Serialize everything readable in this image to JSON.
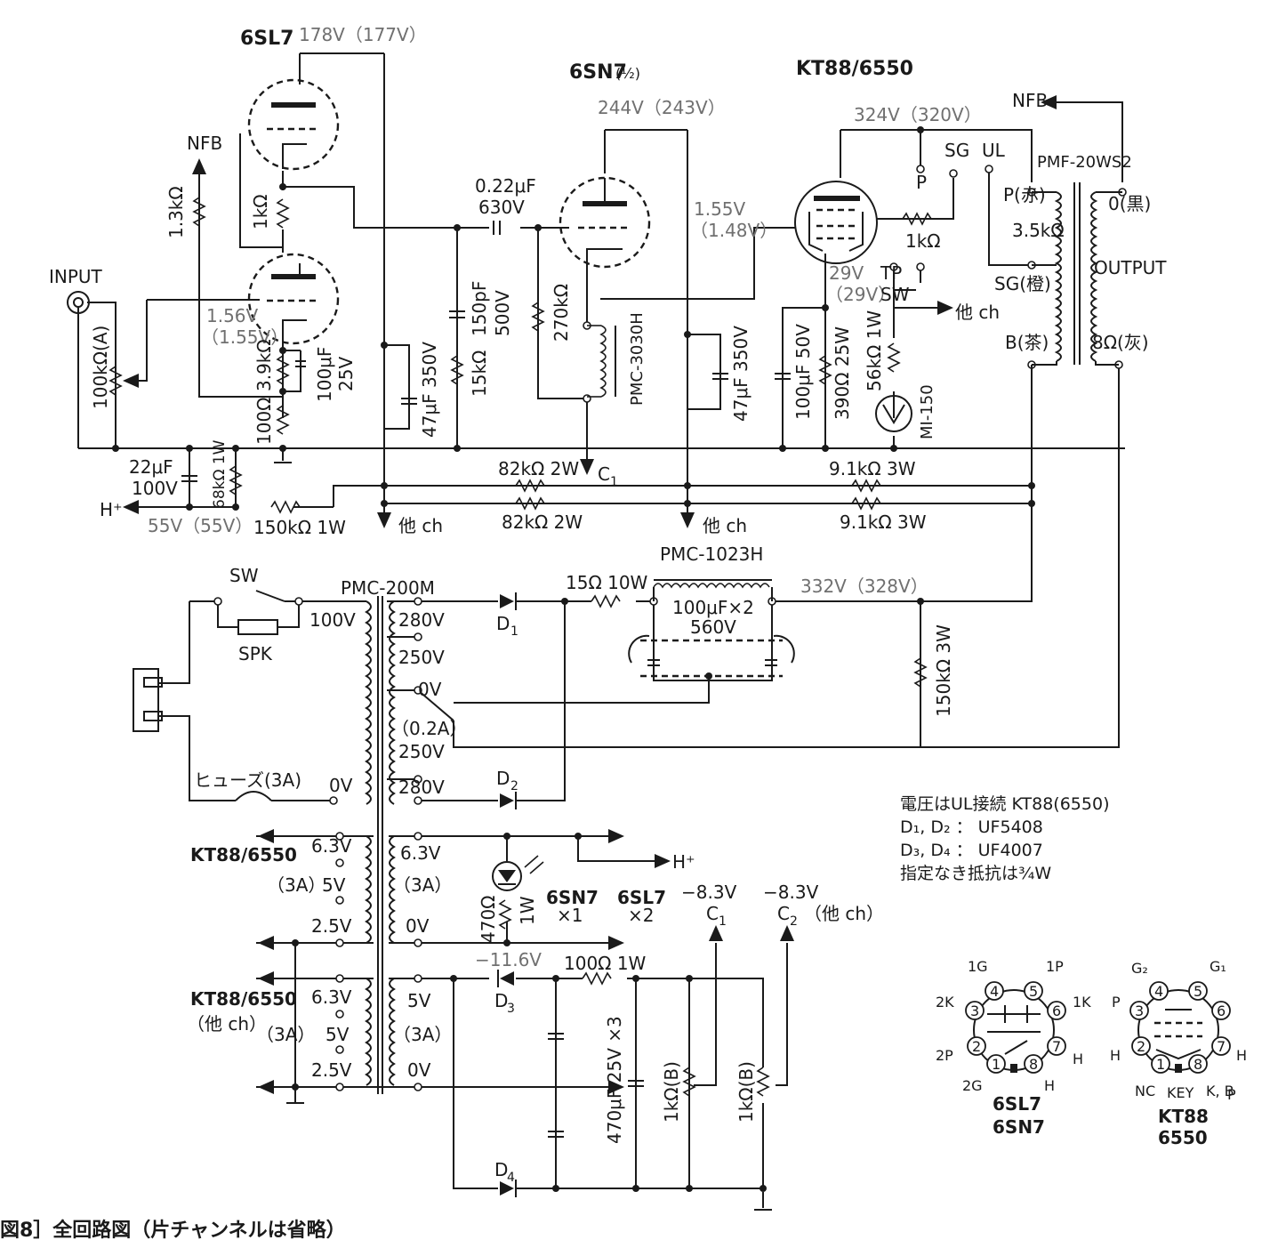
{
  "colors": {
    "ink": "#1a1a1a",
    "gray_text": "#707070",
    "background": "#ffffff"
  },
  "icons": [
    "vacuum-tube-icon",
    "resistor-icon",
    "capacitor-icon",
    "diode-icon",
    "led-icon",
    "transformer-icon",
    "ground-icon",
    "meter-icon",
    "switch-icon",
    "fuse-icon",
    "socket-pinout-icon"
  ],
  "title": "図8］全回路図（片チャンネルは省略）",
  "tubes": {
    "v1": "6SL7",
    "v1_voltage": "178V（177V）",
    "v2": "6SN7",
    "v2_suffix": "(½)",
    "v2_voltage": "244V（243V）",
    "v3": "KT88/6550",
    "v3_voltage": "324V（320V）"
  },
  "labels": {
    "input": "INPUT",
    "nfb_in": "NFB",
    "nfb_out": "NFB",
    "r_1_3k": "1.3kΩ",
    "r_1k_a": "1kΩ",
    "pot_in": "100kΩ(A)",
    "v_1_56": "1.56V",
    "v_1_55": "（1.55V）",
    "r_3_9k": "3.9kΩ",
    "r_100": "100Ω",
    "c_100u": "100μF",
    "c_100u_v": "25V",
    "c_22u": "22μF",
    "c_22u_v": "100V",
    "r_68k": "68kΩ 1W",
    "h_plus_a": "H⁺",
    "v_55": "55V（55V）",
    "r_150k": "150kΩ 1W",
    "c_022": "0.22μF",
    "c_022_v": "630V",
    "c_47u_a": "47μF 350V",
    "r_15k": "15kΩ",
    "c_150p": "150pF",
    "c_150p_v": "500V",
    "r_270k": "270kΩ",
    "choke_a": "PMC-3030H",
    "c1_a": "C",
    "c1_a_sub": "1",
    "r_82k_a": "82kΩ 2W",
    "r_82k_b": "82kΩ 2W",
    "other_ch_a": "他 ch",
    "other_ch_b": "他 ch",
    "v_1_55b": "1.55V",
    "v_1_48": "（1.48V）",
    "c_47u_b": "47μF 350V",
    "r_1k_g2": "1kΩ",
    "p": "P",
    "sg": "SG",
    "ul": "UL",
    "v_29": "29V",
    "v_29b": "（29V）",
    "tp": "TP",
    "sw": "SW",
    "other_ch_c": "他 ch",
    "c_100u_50": "100μF 50V",
    "r_390": "390Ω 25W",
    "r_56k": "56kΩ 1W",
    "meter": "MI-150",
    "r_9_1k_a": "9.1kΩ 3W",
    "r_9_1k_b": "9.1kΩ 3W",
    "opt": "PMF-20WS2",
    "opt_p": "P(赤)",
    "opt_0": "0(黒)",
    "opt_imp": "3.5kΩ",
    "opt_sg": "SG(橙)",
    "opt_out": "OUTPUT",
    "opt_b": "B(茶)",
    "opt_8": "8Ω(灰)",
    "sw_main": "SW",
    "spk": "SPK",
    "ptrans": "PMC-200M",
    "v100": "100V",
    "t280a": "280V",
    "t250a": "250V",
    "t0v": "0V",
    "t02a": "（0.2A）",
    "t250b": "250V",
    "t280b": "280V",
    "fuse": "ヒューズ(3A)",
    "t0vl": "0V",
    "d1": "D",
    "d1_sub": "1",
    "d2": "D",
    "d2_sub": "2",
    "r_15_10w": "15Ω 10W",
    "choke_b": "PMC-1023H",
    "c_100x2": "100μF×2",
    "c_100x2_v": "560V",
    "v_332": "332V（328V）",
    "r_150k_3w": "150kΩ 3W",
    "kt_a": "KT88/6550",
    "h63a": "6.3V",
    "a3a": "（3A）",
    "h5va": "5V",
    "h25a": "2.5V",
    "r63a": "6.3V",
    "r3aa": "（3A）",
    "r0va": "0V",
    "h_plus_b": "H⁺",
    "r_470": "470Ω",
    "r_470_w": "1W",
    "sn7_cnt": "6SN7",
    "sn7_x": "×1",
    "sl7_cnt": "6SL7",
    "sl7_x": "×2",
    "v_m83a": "−8.3V",
    "v_m83b": "−8.3V",
    "c1_b": "C",
    "c1_b_sub": "1",
    "c2": "C",
    "c2_sub": "2",
    "c2_other": "（他 ch）",
    "kt_b": "KT88/6550",
    "kt_b_other": "（他 ch）",
    "a3b": "（3A）",
    "h63b": "6.3V",
    "h5vb": "5V",
    "h25b": "2.5V",
    "r5vb": "5V",
    "r3ab": "（3A）",
    "r0vb": "0V",
    "v_m116": "−11.6V",
    "r_100_1w": "100Ω 1W",
    "d3": "D",
    "d3_sub": "3",
    "d4": "D",
    "d4_sub": "4",
    "c_470": "470μF 25V ×3",
    "pot_b1": "1kΩ(B)",
    "pot_b2": "1kΩ(B)"
  },
  "notes": [
    "電圧はUL接続 KT88(6550)",
    "D₁, D₂ ： UF5408",
    "D₃, D₄ ： UF4007",
    "指定なき抵抗は¾W"
  ],
  "pinout_6sl7": {
    "pins": [
      "1G",
      "1P",
      "2K",
      "1K",
      "2P",
      "H",
      "2G",
      "H"
    ],
    "name1": "6SL7",
    "name2": "6SN7"
  },
  "pinout_kt88": {
    "pins": [
      "G₂",
      "G₁",
      "P",
      "H",
      "H",
      "NC",
      "KEY",
      "K, B",
      "P"
    ],
    "name1": "KT88",
    "name2": "6550"
  },
  "pin_numbers": [
    "1",
    "2",
    "3",
    "4",
    "5",
    "6",
    "7",
    "8"
  ]
}
